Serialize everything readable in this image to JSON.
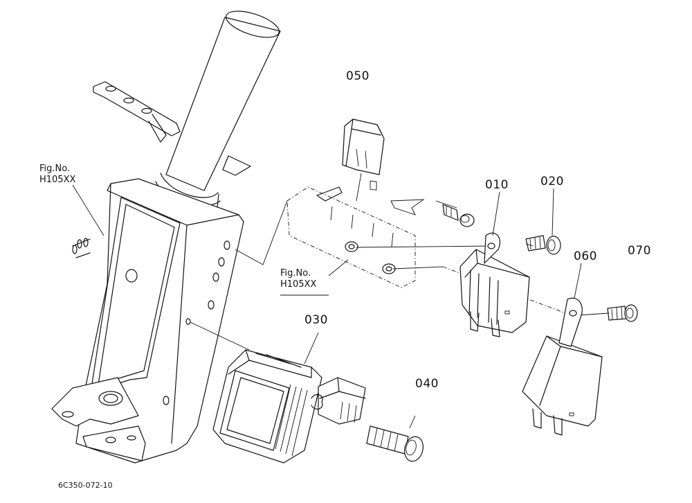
{
  "callouts": {
    "p010": "010",
    "p020": "020",
    "p030": "030",
    "p040": "040",
    "p050": "050",
    "p060": "060",
    "p070": "070"
  },
  "fig_refs": {
    "left": {
      "line1": "Fig.No.",
      "line2": "H105XX"
    },
    "center": {
      "line1": "Fig.No.",
      "line2": "H105XX"
    }
  },
  "drawing_number": "6C350-072-10"
}
